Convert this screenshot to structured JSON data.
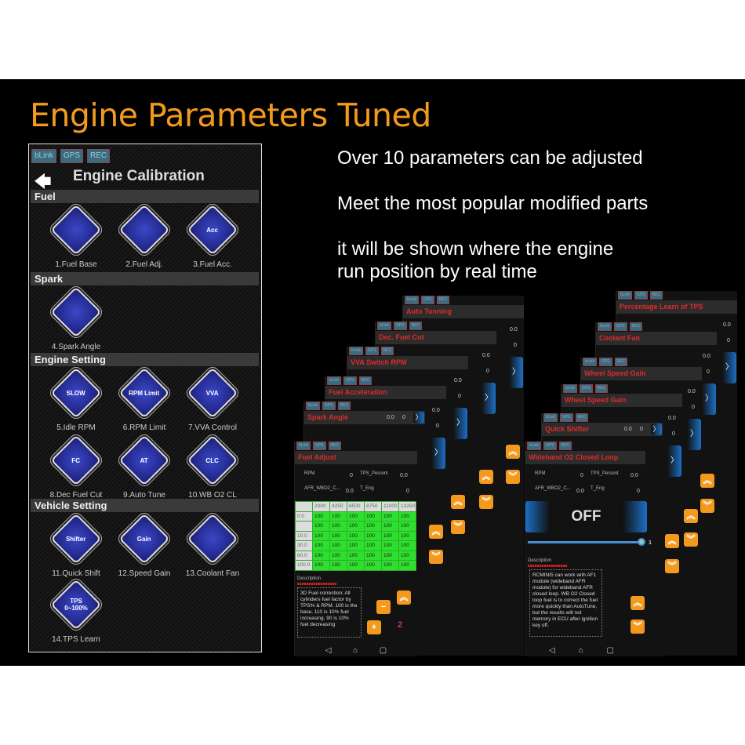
{
  "headline": "Engine Parameters Tuned",
  "bullets": [
    "Over 10 parameters can be adjusted",
    "Meet the most popular modified parts",
    "it will be shown where the engine",
    "run position by real time"
  ],
  "chips": [
    "bLink",
    "GPS",
    "REC"
  ],
  "calibration": {
    "back_icon": "arrow-left-icon",
    "title": "Engine Calibration",
    "sections": [
      {
        "label": "Fuel"
      },
      {
        "label": "Spark"
      },
      {
        "label": "Engine Setting"
      },
      {
        "label": "Vehicle Setting"
      }
    ],
    "items": [
      {
        "label": "1.Fuel Base",
        "icon": "fuel-injector-icon",
        "glyph": ""
      },
      {
        "label": "2.Fuel Adj.",
        "icon": "fuel-injector-icon",
        "glyph": ""
      },
      {
        "label": "3.Fuel Acc.",
        "icon": "fuel-injector-icon",
        "glyph": "Acc"
      },
      {
        "label": "4.Spark Angle",
        "icon": "spark-plug-icon",
        "glyph": ""
      },
      {
        "label": "5.Idle RPM",
        "icon": "gauge-icon",
        "glyph": "SLOW"
      },
      {
        "label": "6.RPM Limit",
        "icon": "gauge-icon",
        "glyph": "RPM Limit"
      },
      {
        "label": "7.VVA Control",
        "icon": "cam-icon",
        "glyph": "VVA"
      },
      {
        "label": "8.Dec Fuel Cut",
        "icon": "fuel-injector-icon",
        "glyph": "FC"
      },
      {
        "label": "9.Auto Tune",
        "icon": "auto-tune-icon",
        "glyph": "AT"
      },
      {
        "label": "10.WB O2 CL",
        "icon": "o2-sensor-icon",
        "glyph": "CLC"
      },
      {
        "label": "11.Quick Shift",
        "icon": "shifter-icon",
        "glyph": "Shifter"
      },
      {
        "label": "12.Speed Gain",
        "icon": "speed-gain-icon",
        "glyph": "Gain"
      },
      {
        "label": "13.Coolant Fan",
        "icon": "fan-icon",
        "glyph": ""
      },
      {
        "label": "14.TPS Learn",
        "icon": "tps-icon",
        "glyph": "TPS 0~100%"
      }
    ]
  },
  "left_stack": [
    "Auto Tunning",
    "Dec. Fuel Cut",
    "VVA Switch RPM",
    "Fuel Acceleration",
    "Spark Angle"
  ],
  "right_stack": [
    "Percentage Learn of TPS",
    "Coolant Fan",
    "Wheel Speed Gain",
    "Wheel Speed Gain",
    "Quick Shifter"
  ],
  "fields": {
    "rpm": "RPM",
    "tps": "TPS_Percent",
    "afr": "AFR_WBO2_C...",
    "teng": "T_Eng",
    "v0": "0",
    "v00": "0.0"
  },
  "fuel_adjust": {
    "title": "Fuel Adjust",
    "columns": [
      "2000",
      "4250",
      "6500",
      "8750",
      "11000",
      "13250"
    ],
    "rows": [
      {
        "label": "0.0",
        "values": [
          "100",
          "100",
          "100",
          "100",
          "100",
          "100"
        ]
      },
      {
        "label": "",
        "values": [
          "100",
          "100",
          "100",
          "100",
          "100",
          "100"
        ]
      },
      {
        "label": "10.0",
        "values": [
          "100",
          "100",
          "100",
          "100",
          "100",
          "100"
        ]
      },
      {
        "label": "30.0",
        "values": [
          "100",
          "100",
          "100",
          "100",
          "100",
          "100"
        ]
      },
      {
        "label": "60.0",
        "values": [
          "100",
          "100",
          "100",
          "100",
          "100",
          "100"
        ]
      },
      {
        "label": "100.0",
        "values": [
          "100",
          "100",
          "100",
          "100",
          "100",
          "100"
        ]
      }
    ],
    "desc_label": "Description",
    "description": "3D Fuel correction: All cylinders fuel factor by TPS% & RPM. 100 is the base, 110 is 10% fuel increasing, 90 is 10% fuel decreasing",
    "step": "2"
  },
  "wideband": {
    "title": "Wideband O2 Closed Loop",
    "state": "OFF",
    "slider_value": "1",
    "desc_label": "Description",
    "description": "RCMINI5 can work with AF1 module (wideband AFR module) for wideband AFR closed loop. WB O2 Closed loop fuel is to correct the fuel more quickly than AutoTune, but the results will not memory in ECU after ignition key off."
  },
  "nav": {
    "back": "◁",
    "home": "⌂",
    "recent": "▢"
  }
}
